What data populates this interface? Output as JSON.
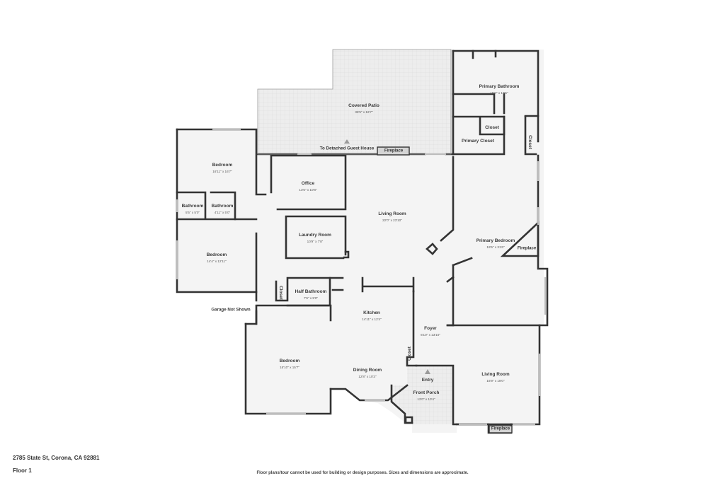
{
  "rooms": {
    "covered_patio": {
      "name": "Covered Patio",
      "dim": "36'5\" x 16'7\""
    },
    "primary_bathroom": {
      "name": "Primary Bathroom",
      "dim": "15'0\" x 19'5\""
    },
    "closet_pb": {
      "name": "Closet"
    },
    "primary_closet": {
      "name": "Primary Closet"
    },
    "closet_side": {
      "name": "Closet"
    },
    "bedroom_1": {
      "name": "Bedroom",
      "dim": "16'11\" x 16'7\""
    },
    "bathroom_1": {
      "name": "Bathroom",
      "dim": "5'5\" x 5'0\""
    },
    "bathroom_2": {
      "name": "Bathroom",
      "dim": "4'11\" x 5'0\""
    },
    "office": {
      "name": "Office",
      "dim": "13'5\" x 10'8\""
    },
    "living_room_1": {
      "name": "Living Room",
      "dim": "22'0\" x 23'10\""
    },
    "laundry": {
      "name": "Laundry Room",
      "dim": "10'9\" x 7'8\""
    },
    "primary_bedroom": {
      "name": "Primary Bedroom",
      "dim": "19'5\" x 31'6\""
    },
    "bedroom_2": {
      "name": "Bedroom",
      "dim": "14'4\" x 12'11\""
    },
    "closet_hall": {
      "name": "Closet"
    },
    "half_bath": {
      "name": "Half Bathroom",
      "dim": "7'6\" x 5'0\""
    },
    "kitchen": {
      "name": "Kitchen",
      "dim": "14'11\" x 12'4\""
    },
    "foyer": {
      "name": "Foyer",
      "dim": "6'10\" x 13'10\""
    },
    "closet_foyer": {
      "name": "Closet"
    },
    "bedroom_3": {
      "name": "Bedroom",
      "dim": "15'10\" x 15'7\""
    },
    "dining": {
      "name": "Dining Room",
      "dim": "12'8\" x 10'3\""
    },
    "entry": {
      "name": "Entry"
    },
    "front_porch": {
      "name": "Front Porch",
      "dim": "12'0\" x 10'4\""
    },
    "living_room_2": {
      "name": "Living Room",
      "dim": "16'9\" x 18'0\""
    }
  },
  "tags": {
    "fireplace_patio": "Fireplace",
    "fireplace_primary": "Fireplace",
    "fireplace_living": "Fireplace"
  },
  "notes": {
    "guest_house": "To Detached Guest House",
    "garage": "Garage Not Shown"
  },
  "footer": {
    "address": "2785 State St, Corona, CA 92881",
    "floor": "Floor 1",
    "disclaimer": "Floor plans/tour cannot be used for building or design purposes. Sizes and dimensions are approximate."
  },
  "colors": {
    "wall": "#333333",
    "floor": "#f3f3f3",
    "patio": "#ececec",
    "window": "#bfbfbf",
    "fireplace": "#cfcfcf"
  }
}
